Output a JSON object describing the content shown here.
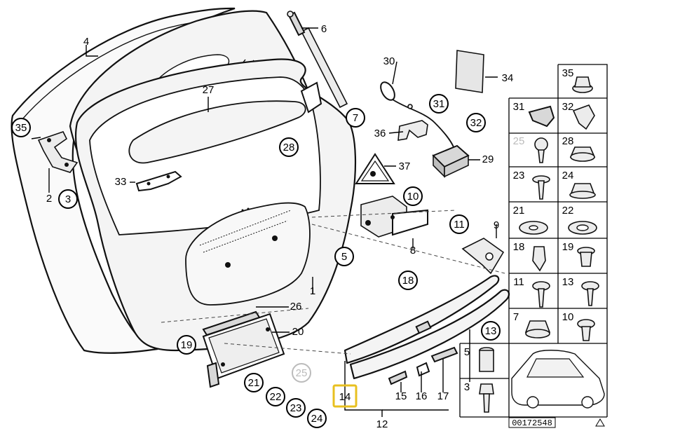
{
  "callouts": [
    {
      "label": "1",
      "circled": false
    },
    {
      "label": "2",
      "circled": false
    },
    {
      "label": "3",
      "circled": true
    },
    {
      "label": "4",
      "circled": false
    },
    {
      "label": "5",
      "circled": true
    },
    {
      "label": "6",
      "circled": false
    },
    {
      "label": "7",
      "circled": true
    },
    {
      "label": "8",
      "circled": false
    },
    {
      "label": "9",
      "circled": false
    },
    {
      "label": "10",
      "circled": true
    },
    {
      "label": "11",
      "circled": true
    },
    {
      "label": "12",
      "circled": false
    },
    {
      "label": "13",
      "circled": true
    },
    {
      "label": "14",
      "circled": false,
      "highlighted": true
    },
    {
      "label": "15",
      "circled": false
    },
    {
      "label": "16",
      "circled": false
    },
    {
      "label": "17",
      "circled": false
    },
    {
      "label": "18",
      "circled": true
    },
    {
      "label": "19",
      "circled": true
    },
    {
      "label": "20",
      "circled": false
    },
    {
      "label": "21",
      "circled": true
    },
    {
      "label": "22",
      "circled": true
    },
    {
      "label": "23",
      "circled": true
    },
    {
      "label": "24",
      "circled": true
    },
    {
      "label": "25",
      "circled": true,
      "faded": true
    },
    {
      "label": "26",
      "circled": false
    },
    {
      "label": "27",
      "circled": false
    },
    {
      "label": "28",
      "circled": true
    },
    {
      "label": "29",
      "circled": false
    },
    {
      "label": "30",
      "circled": false
    },
    {
      "label": "31",
      "circled": true
    },
    {
      "label": "32",
      "circled": true
    },
    {
      "label": "33",
      "circled": false
    },
    {
      "label": "34",
      "circled": false
    },
    {
      "label": "35",
      "circled": true
    },
    {
      "label": "36",
      "circled": false
    },
    {
      "label": "37",
      "circled": false
    }
  ],
  "hardware_grid": [
    {
      "label": "35"
    },
    {
      "label": "31"
    },
    {
      "label": "32"
    },
    {
      "label": "25",
      "faded": true
    },
    {
      "label": "28"
    },
    {
      "label": "23"
    },
    {
      "label": "24"
    },
    {
      "label": "21"
    },
    {
      "label": "22"
    },
    {
      "label": "18"
    },
    {
      "label": "19"
    },
    {
      "label": "11"
    },
    {
      "label": "13"
    },
    {
      "label": "7"
    },
    {
      "label": "10"
    },
    {
      "label": "5"
    },
    {
      "label": "3"
    }
  ],
  "diagram_id": "00172548",
  "colors": {
    "line": "#111111",
    "highlight": "#e8c020",
    "faded": "#bbbbbb"
  }
}
